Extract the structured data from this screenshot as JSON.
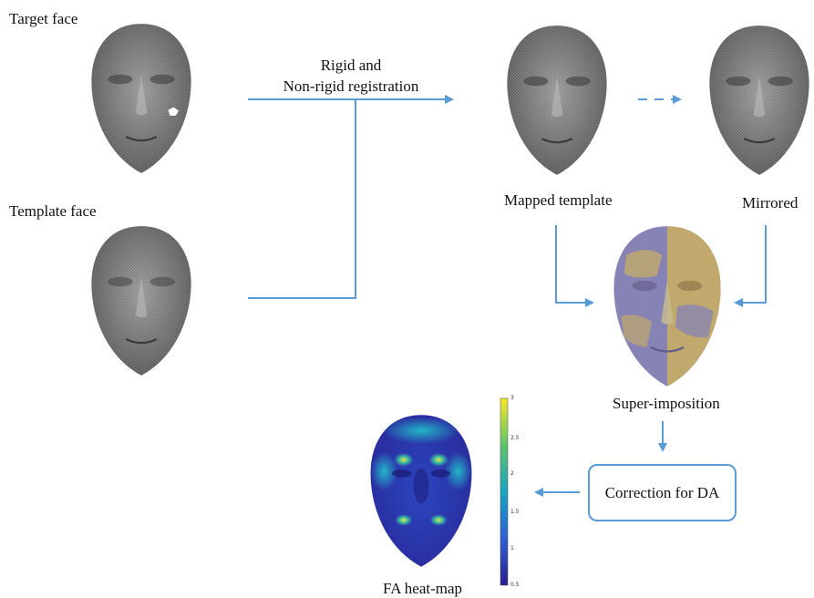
{
  "labels": {
    "target_face": "Target face",
    "template_face": "Template face",
    "registration_line1": "Rigid and",
    "registration_line2": "Non-rigid registration",
    "mapped_template": "Mapped template",
    "mirrored": "Mirrored",
    "superimposition": "Super-imposition",
    "correction": "Correction for DA",
    "heatmap": "FA heat-map"
  },
  "colorbar": {
    "ticks": [
      "3",
      "2.5",
      "2",
      "1.5",
      "1",
      "0.5"
    ]
  },
  "colors": {
    "arrow": "#5b9bd5",
    "mesh": "#7a7a7a",
    "overlay_purple": "#8a86c8",
    "overlay_gold": "#d8b868",
    "heat_low": "#2b2fa0",
    "heat_high": "#f2e23a"
  }
}
